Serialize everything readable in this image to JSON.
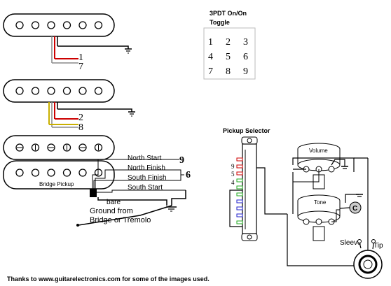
{
  "toggle": {
    "title_line1": "3PDT On/On",
    "title_line2": "Toggle",
    "grid": [
      "1",
      "2",
      "3",
      "4",
      "5",
      "6",
      "7",
      "8",
      "9"
    ]
  },
  "pickups": {
    "neck_wire_1": "1",
    "neck_wire_7": "7",
    "middle_wire_2": "2",
    "middle_wire_8": "8",
    "bridge_label": "Bridge Pickup"
  },
  "bridge_wires": {
    "north_start": "North Start",
    "north_finish": "North Finish",
    "south_finish": "South Finish",
    "south_start": "South Start",
    "bare": "bare",
    "term_9": "9",
    "term_6": "6",
    "ground_line1": "Ground from",
    "ground_line2": "Bridge or Tremolo"
  },
  "selector": {
    "title": "Pickup Selector",
    "lbl_9": "9",
    "lbl_5": "5",
    "lbl_4": "4"
  },
  "pots": {
    "volume": "Volume",
    "tone": "Tone",
    "cap": "C"
  },
  "jack": {
    "sleeve": "Sleeve",
    "tip": "Tip"
  },
  "footer": "Thanks to www.guitarelectronics.com for some of the images used."
}
